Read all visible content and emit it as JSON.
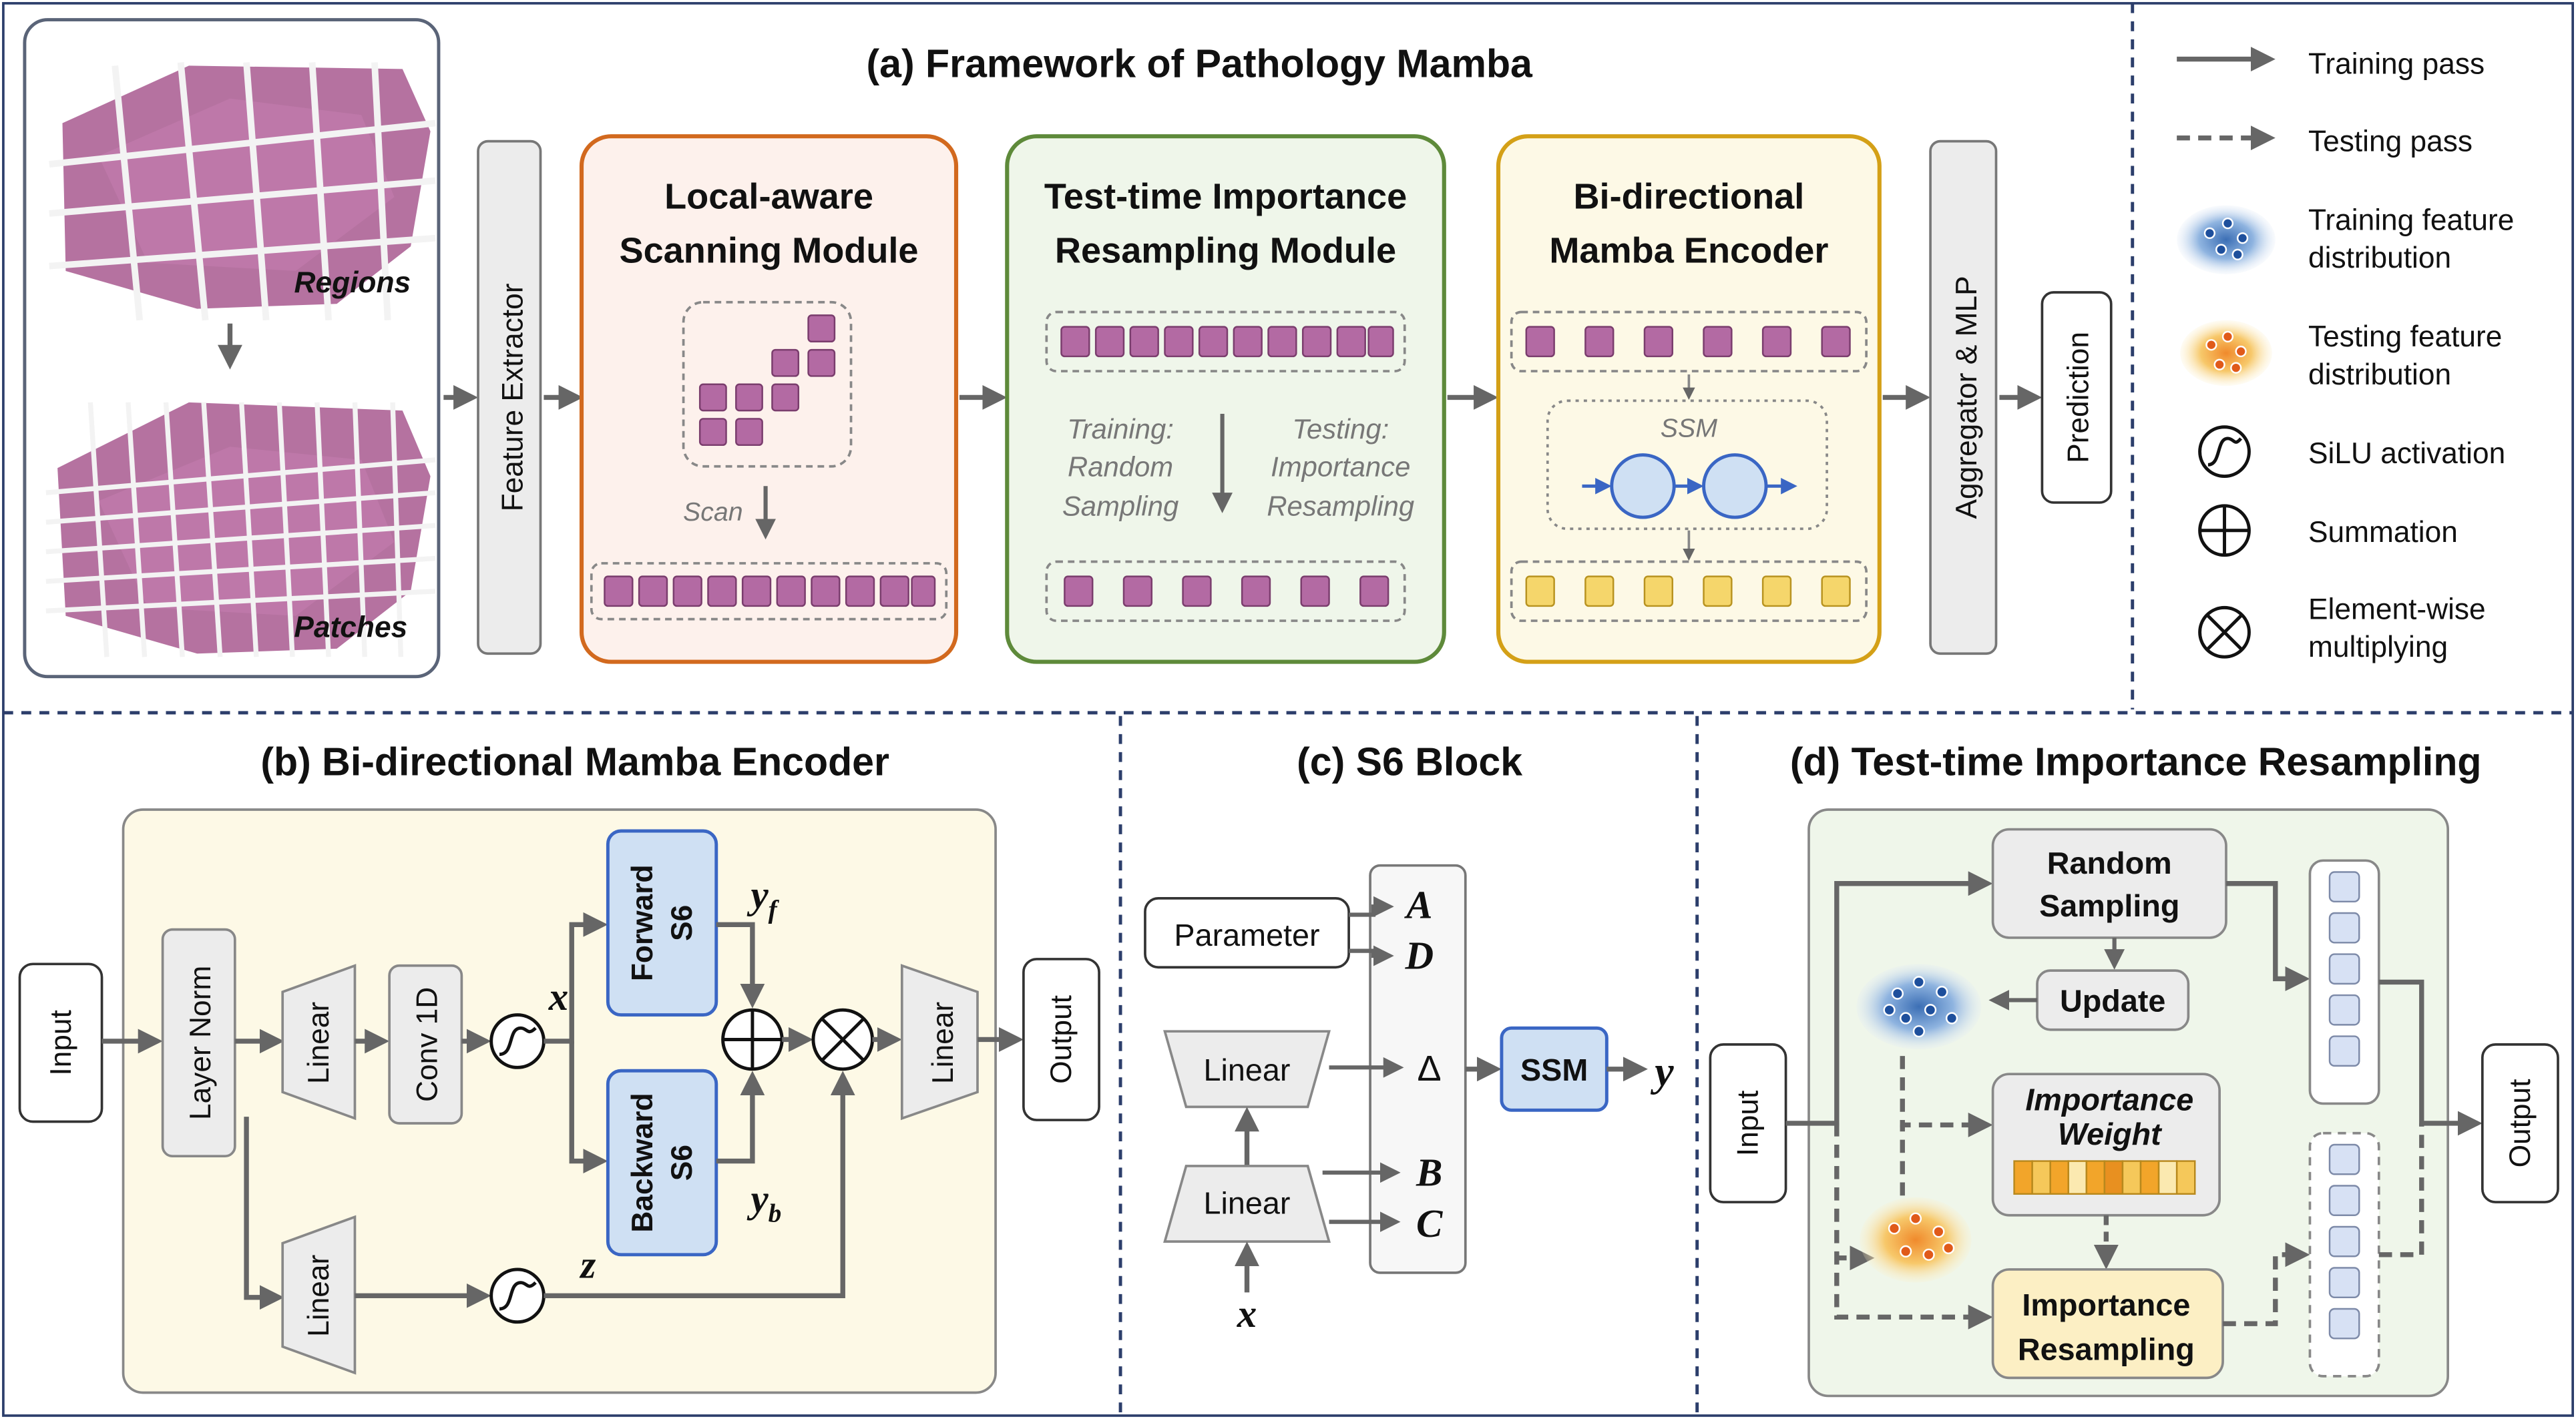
{
  "panel_a": {
    "title": "(a) Framework of Pathology Mamba",
    "regions_label": "Regions",
    "patches_label": "Patches",
    "feature_extractor": "Feature Extractor",
    "local_aware": {
      "line1": "Local-aware",
      "line2": "Scanning Module",
      "scan": "Scan"
    },
    "tir_module": {
      "line1": "Test-time Importance",
      "line2": "Resampling Module",
      "train1": "Training:",
      "train2": "Random",
      "train3": "Sampling",
      "test1": "Testing:",
      "test2": "Importance",
      "test3": "Resampling"
    },
    "bimamba": {
      "line1": "Bi-directional",
      "line2": "Mamba Encoder",
      "ssm": "SSM"
    },
    "aggregator": "Aggregator & MLP",
    "prediction": "Prediction"
  },
  "legend": {
    "training_pass": "Training pass",
    "testing_pass": "Testing pass",
    "train_dist_1": "Training feature",
    "train_dist_2": "distribution",
    "test_dist_1": "Testing feature",
    "test_dist_2": "distribution",
    "silu": "SiLU activation",
    "summation": "Summation",
    "mult_1": "Element-wise",
    "mult_2": "multiplying"
  },
  "panel_b": {
    "title": "(b) Bi-directional Mamba Encoder",
    "input": "Input",
    "layer_norm": "Layer Norm",
    "linear": "Linear",
    "conv": "Conv 1D",
    "forward_1": "Forward",
    "forward_2": "S6",
    "backward_1": "Backward",
    "backward_2": "S6",
    "output": "Output",
    "x": "x",
    "z": "z",
    "y_f_main": "y",
    "y_f_sub": "f",
    "y_b_main": "y",
    "y_b_sub": "b"
  },
  "panel_c": {
    "title": "(c) S6 Block",
    "parameter": "Parameter",
    "linear": "Linear",
    "A": "A",
    "D": "D",
    "delta": "Δ",
    "B": "B",
    "C": "C",
    "ssm": "SSM",
    "y": "y",
    "x": "x"
  },
  "panel_d": {
    "title": "(d) Test-time Importance Resampling",
    "input": "Input",
    "random_1": "Random",
    "random_2": "Sampling",
    "update": "Update",
    "weight_1": "Importance",
    "weight_2": "Weight",
    "resample_1": "Importance",
    "resample_2": "Resampling",
    "output": "Output"
  },
  "colors": {
    "arrow": "#666666",
    "token_purple": "#b36aa3",
    "token_yellow": "#f5d66b",
    "orange_border": "#d2691e",
    "green_border": "#5e8a3a",
    "gold_border": "#d4a017",
    "blue_box": "#cfe0f3",
    "divider_navy": "#2c3e6b"
  }
}
